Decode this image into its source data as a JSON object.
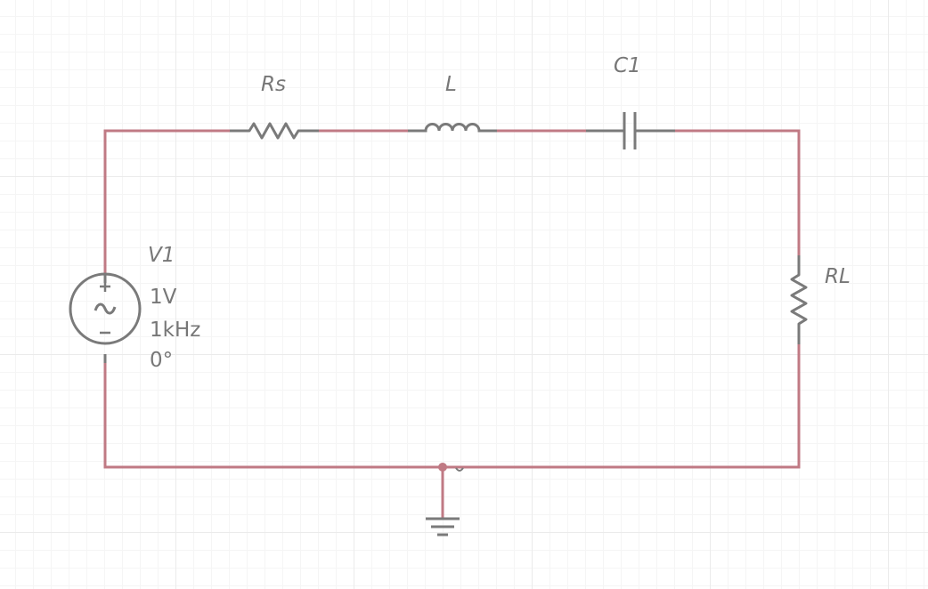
{
  "colors": {
    "wire": "#c07a84",
    "component": "#7a7a7a",
    "label": "#777777",
    "grid_major": "#ebebeb",
    "grid_minor": "#f5f5f5"
  },
  "components": {
    "rs": {
      "label": "Rs"
    },
    "l": {
      "label": "L"
    },
    "c1": {
      "label": "C1"
    },
    "rl": {
      "label": "RL"
    },
    "v1": {
      "label": "V1",
      "amplitude": "1V",
      "frequency": "1kHz",
      "phase": "0°"
    }
  }
}
